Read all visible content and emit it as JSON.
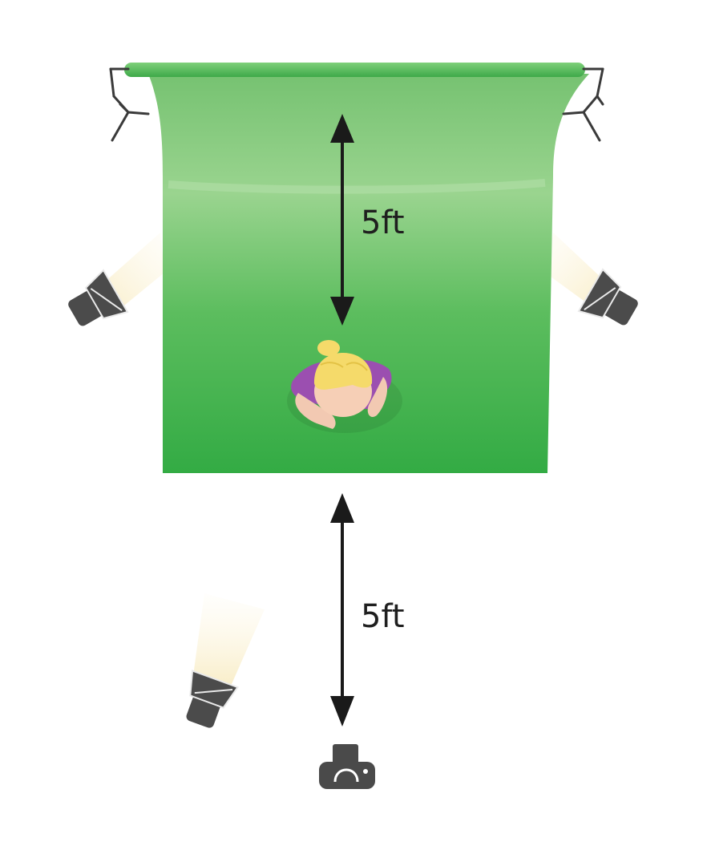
{
  "diagram": {
    "distance_backdrop_to_subject": "5ft",
    "distance_subject_to_camera": "5ft"
  },
  "colors": {
    "backdrop_light": "#86c97f",
    "backdrop_dark": "#36ad46",
    "backdrop_bar": "#5cbf5c",
    "arrow": "#1a1a1a",
    "equipment": "#4a4a4a",
    "light_beam": "#fbf3d6",
    "hair": "#f5dc6e",
    "shirt": "#9b59b6",
    "skin": "#f4ccb4"
  },
  "elements": {
    "backdrop": "green-screen-backdrop",
    "stands": [
      "stand-left-icon",
      "stand-right-icon"
    ],
    "lights": [
      "light-left-icon",
      "light-right-icon",
      "light-front-left-icon"
    ],
    "subject": "subject-person-icon",
    "camera": "camera-icon"
  }
}
